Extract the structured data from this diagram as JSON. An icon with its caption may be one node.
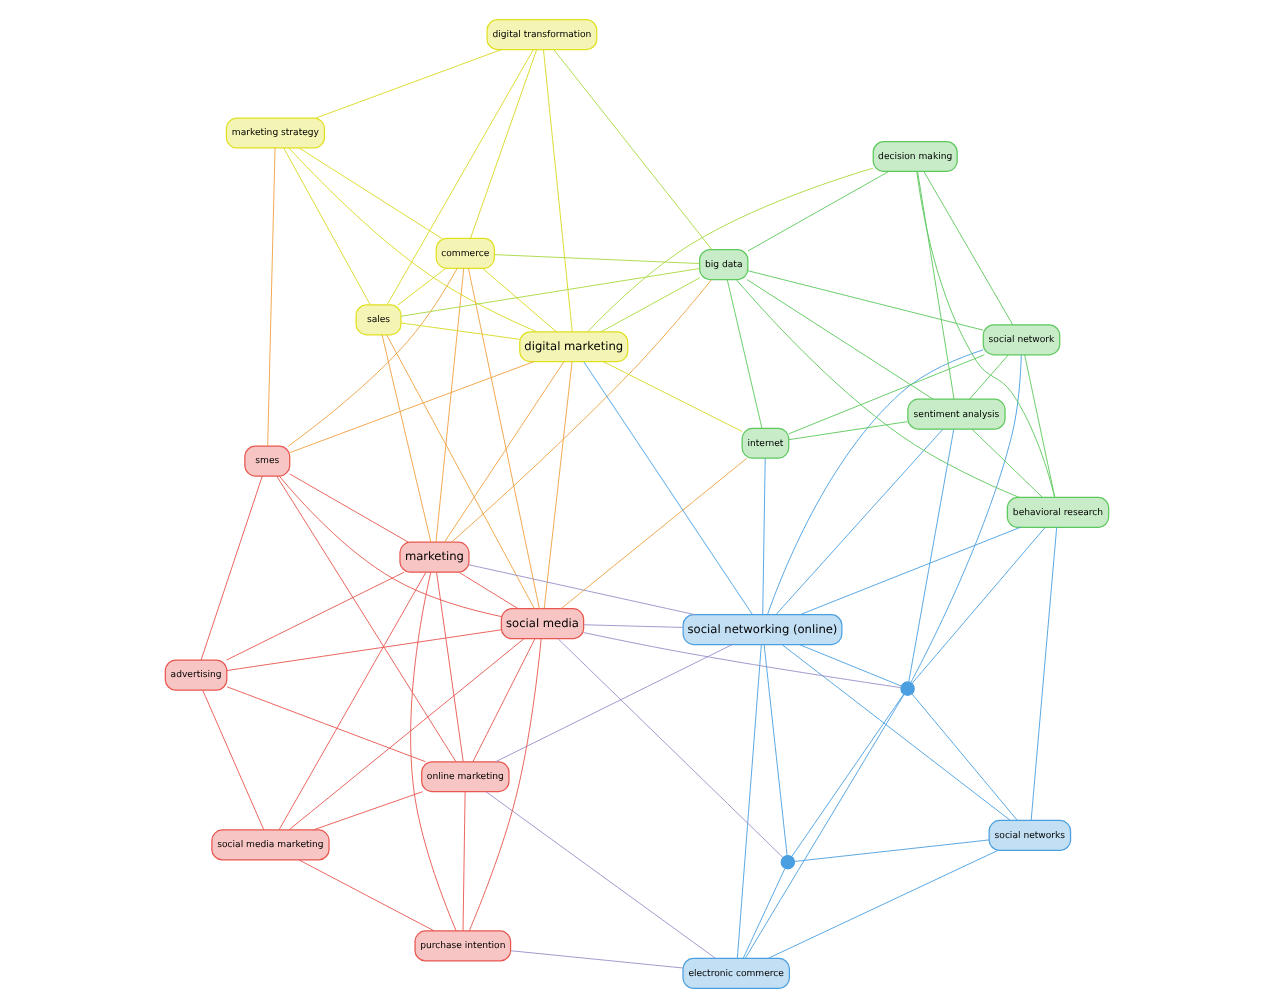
{
  "diagram": {
    "nodes": [
      {
        "text": [
          "online marketing"
        ]
      },
      {
        "text": [
          "social media marketing"
        ]
      },
      {
        "text": [
          "advertising"
        ]
      },
      {
        "text": [],
        "shape": "circle"
      },
      {
        "text": [
          "purchase intention"
        ]
      },
      {
        "text": [
          "electronic commerce"
        ]
      },
      {
        "text": [
          "social networks"
        ]
      },
      {
        "text": [
          "smes"
        ]
      },
      {
        "text": [
          "social media"
        ]
      },
      {
        "text": [
          "marketing"
        ]
      },
      {
        "text": [],
        "shape": "circle"
      },
      {
        "text": [
          "digital marketing"
        ]
      },
      {
        "text": [
          "social networking (online)"
        ]
      },
      {
        "text": [
          "internet"
        ]
      },
      {
        "text": [
          "social network"
        ]
      },
      {
        "text": [
          "marketing strategy"
        ]
      },
      {
        "text": [
          "commerce"
        ]
      },
      {
        "text": [
          "sales"
        ]
      },
      {
        "text": [
          "behavioral research"
        ]
      },
      {
        "text": [
          "sentiment analysis"
        ]
      },
      {
        "text": [
          "big data"
        ]
      },
      {
        "text": [
          "digital transformation"
        ]
      },
      {
        "text": [
          "decision making"
        ]
      }
    ],
    "edges": [
      {
        "from": 0,
        "to": 1,
        "arrow": "none",
        "color": "#e8564f"
      },
      {
        "from": 0,
        "to": 2,
        "arrow": "none",
        "color": "#e8564f"
      },
      {
        "from": 0,
        "to": 8,
        "arrow": "none",
        "color": "#e8564f"
      },
      {
        "from": 0,
        "to": 9,
        "arrow": "none",
        "color": "#e8564f"
      },
      {
        "from": 0,
        "to": 4,
        "arrow": "none",
        "color": "#e8564f"
      },
      {
        "from": 0,
        "to": 7,
        "arrow": "none",
        "color": "#e8564f"
      },
      {
        "from": 0,
        "to": 12,
        "arrow": "none",
        "color": "#9a8fc8"
      },
      {
        "from": 0,
        "to": 5,
        "arrow": "none",
        "color": "#9a8fc8"
      },
      {
        "from": 1,
        "to": 8,
        "arrow": "none",
        "color": "#e8564f"
      },
      {
        "from": 1,
        "to": 9,
        "arrow": "none",
        "color": "#e8564f"
      },
      {
        "from": 1,
        "to": 4,
        "arrow": "none",
        "color": "#e8564f"
      },
      {
        "from": 1,
        "to": 2,
        "arrow": "none",
        "color": "#e8564f"
      },
      {
        "from": 2,
        "to": 8,
        "arrow": "none",
        "color": "#e8564f"
      },
      {
        "from": 2,
        "to": 9,
        "arrow": "none",
        "color": "#e8564f"
      },
      {
        "from": 2,
        "to": 7,
        "arrow": "none",
        "color": "#e8564f"
      },
      {
        "from": 4,
        "to": 8,
        "arrow": "none",
        "color": "#e8564f"
      },
      {
        "from": 4,
        "to": 9,
        "arrow": "none",
        "color": "#e8564f"
      },
      {
        "from": 4,
        "to": 5,
        "arrow": "none",
        "color": "#9a8fc8"
      },
      {
        "from": 7,
        "to": 8,
        "arrow": "none",
        "color": "#e8564f"
      },
      {
        "from": 7,
        "to": 9,
        "arrow": "none",
        "color": "#e8564f"
      },
      {
        "from": 7,
        "to": 11,
        "arrow": "none",
        "color": "#f0a040"
      },
      {
        "from": 7,
        "to": 16,
        "arrow": "none",
        "color": "#f0a040"
      },
      {
        "from": 7,
        "to": 15,
        "arrow": "none",
        "color": "#f0a040"
      },
      {
        "from": 8,
        "to": 9,
        "arrow": "none",
        "color": "#e8564f"
      },
      {
        "from": 8,
        "to": 11,
        "arrow": "none",
        "color": "#f0a040"
      },
      {
        "from": 8,
        "to": 12,
        "arrow": "none",
        "color": "#9a8fc8"
      },
      {
        "from": 8,
        "to": 16,
        "arrow": "none",
        "color": "#f0a040"
      },
      {
        "from": 8,
        "to": 17,
        "arrow": "none",
        "color": "#f0a040"
      },
      {
        "from": 8,
        "to": 13,
        "arrow": "none",
        "color": "#f0a040"
      },
      {
        "from": 8,
        "to": 3,
        "arrow": "none",
        "color": "#9a8fc8"
      },
      {
        "from": 8,
        "to": 10,
        "arrow": "none",
        "color": "#9a8fc8"
      },
      {
        "from": 9,
        "to": 11,
        "arrow": "none",
        "color": "#f0a040"
      },
      {
        "from": 9,
        "to": 12,
        "arrow": "none",
        "color": "#9a8fc8"
      },
      {
        "from": 9,
        "to": 16,
        "arrow": "none",
        "color": "#f0a040"
      },
      {
        "from": 9,
        "to": 17,
        "arrow": "none",
        "color": "#f0a040"
      },
      {
        "from": 9,
        "to": 20,
        "arrow": "none",
        "color": "#f0a040"
      },
      {
        "from": 3,
        "to": 5,
        "arrow": "none",
        "color": "#4a9fe0"
      },
      {
        "from": 3,
        "to": 6,
        "arrow": "none",
        "color": "#4a9fe0"
      },
      {
        "from": 3,
        "to": 10,
        "arrow": "none",
        "color": "#4a9fe0"
      },
      {
        "from": 3,
        "to": 12,
        "arrow": "none",
        "color": "#4a9fe0"
      },
      {
        "from": 5,
        "to": 6,
        "arrow": "none",
        "color": "#4a9fe0"
      },
      {
        "from": 5,
        "to": 10,
        "arrow": "none",
        "color": "#4a9fe0"
      },
      {
        "from": 5,
        "to": 12,
        "arrow": "none",
        "color": "#4a9fe0"
      },
      {
        "from": 6,
        "to": 10,
        "arrow": "none",
        "color": "#4a9fe0"
      },
      {
        "from": 6,
        "to": 12,
        "arrow": "none",
        "color": "#4a9fe0"
      },
      {
        "from": 6,
        "to": 18,
        "arrow": "none",
        "color": "#4a9fe0"
      },
      {
        "from": 10,
        "to": 12,
        "arrow": "none",
        "color": "#4a9fe0"
      },
      {
        "from": 10,
        "to": 14,
        "arrow": "none",
        "color": "#4a9fe0"
      },
      {
        "from": 10,
        "to": 18,
        "arrow": "none",
        "color": "#4a9fe0"
      },
      {
        "from": 10,
        "to": 19,
        "arrow": "none",
        "color": "#4a9fe0"
      },
      {
        "from": 12,
        "to": 14,
        "arrow": "none",
        "color": "#4a9fe0"
      },
      {
        "from": 12,
        "to": 13,
        "arrow": "none",
        "color": "#4a9fe0"
      },
      {
        "from": 12,
        "to": 19,
        "arrow": "none",
        "color": "#4a9fe0"
      },
      {
        "from": 12,
        "to": 18,
        "arrow": "none",
        "color": "#4a9fe0"
      },
      {
        "from": 12,
        "to": 11,
        "arrow": "none",
        "color": "#4a9fe0"
      },
      {
        "from": 13,
        "to": 14,
        "arrow": "none",
        "color": "#5cc85c"
      },
      {
        "from": 13,
        "to": 20,
        "arrow": "none",
        "color": "#5cc85c"
      },
      {
        "from": 13,
        "to": 19,
        "arrow": "none",
        "color": "#5cc85c"
      },
      {
        "from": 14,
        "to": 18,
        "arrow": "none",
        "color": "#5cc85c"
      },
      {
        "from": 14,
        "to": 19,
        "arrow": "none",
        "color": "#5cc85c"
      },
      {
        "from": 14,
        "to": 22,
        "arrow": "none",
        "color": "#5cc85c"
      },
      {
        "from": 14,
        "to": 20,
        "arrow": "none",
        "color": "#5cc85c"
      },
      {
        "from": 18,
        "to": 19,
        "arrow": "none",
        "color": "#5cc85c"
      },
      {
        "from": 18,
        "to": 22,
        "arrow": "none",
        "color": "#5cc85c"
      },
      {
        "from": 18,
        "to": 20,
        "arrow": "none",
        "color": "#5cc85c"
      },
      {
        "from": 19,
        "to": 20,
        "arrow": "none",
        "color": "#5cc85c"
      },
      {
        "from": 19,
        "to": 22,
        "arrow": "none",
        "color": "#5cc85c"
      },
      {
        "from": 20,
        "to": 22,
        "arrow": "none",
        "color": "#5cc85c"
      },
      {
        "from": 11,
        "to": 20,
        "arrow": "none",
        "color": "#a8d840"
      },
      {
        "from": 11,
        "to": 15,
        "arrow": "none",
        "color": "#d8d820"
      },
      {
        "from": 11,
        "to": 16,
        "arrow": "none",
        "color": "#d8d820"
      },
      {
        "from": 11,
        "to": 17,
        "arrow": "none",
        "color": "#d8d820"
      },
      {
        "from": 11,
        "to": 13,
        "arrow": "none",
        "color": "#d8d820"
      },
      {
        "from": 11,
        "to": 21,
        "arrow": "none",
        "color": "#d8d820"
      },
      {
        "from": 11,
        "to": 22,
        "arrow": "none",
        "color": "#a8d840"
      },
      {
        "from": 15,
        "to": 16,
        "arrow": "none",
        "color": "#d8d820"
      },
      {
        "from": 15,
        "to": 17,
        "arrow": "none",
        "color": "#d8d820"
      },
      {
        "from": 15,
        "to": 21,
        "arrow": "none",
        "color": "#d8d820"
      },
      {
        "from": 16,
        "to": 17,
        "arrow": "none",
        "color": "#d8d820"
      },
      {
        "from": 16,
        "to": 20,
        "arrow": "none",
        "color": "#a8d840"
      },
      {
        "from": 16,
        "to": 21,
        "arrow": "none",
        "color": "#d8d820"
      },
      {
        "from": 17,
        "to": 20,
        "arrow": "none",
        "color": "#a8d840"
      },
      {
        "from": 17,
        "to": 21,
        "arrow": "none",
        "color": "#d8d820"
      },
      {
        "from": 20,
        "to": 21,
        "arrow": "none",
        "color": "#a8d840"
      }
    ]
  }
}
